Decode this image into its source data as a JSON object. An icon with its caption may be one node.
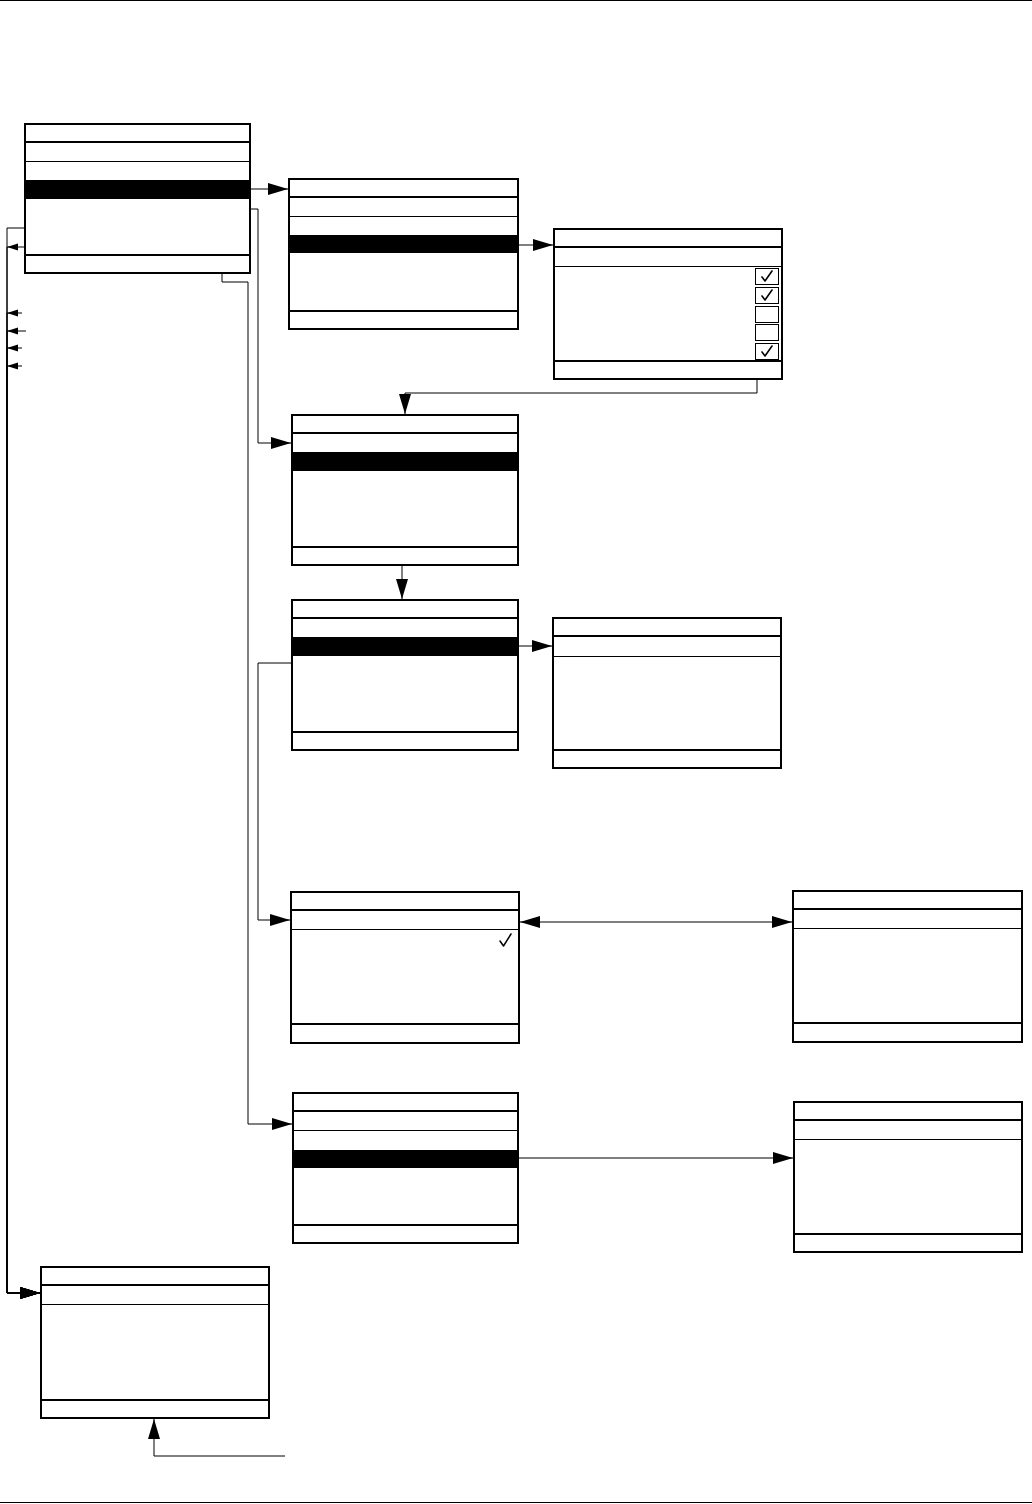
{
  "diagram": {
    "nodes": [
      {
        "text": [],
        "shape": "box"
      },
      {
        "text": [],
        "shape": "box"
      },
      {
        "text": [],
        "shape": "box"
      },
      {
        "text": [],
        "shape": "box"
      },
      {
        "text": [],
        "shape": "box"
      },
      {
        "text": [],
        "shape": "box"
      },
      {
        "text": [],
        "shape": "box"
      },
      {
        "text": [],
        "shape": "box"
      },
      {
        "text": [],
        "shape": "box"
      },
      {
        "text": [],
        "shape": "box"
      },
      {
        "text": [],
        "shape": "box"
      }
    ],
    "edges": [
      {
        "from": 0,
        "to": 1,
        "arrow": "to"
      },
      {
        "from": 1,
        "to": 2,
        "arrow": "to"
      },
      {
        "from": 2,
        "to": 3,
        "arrow": "to"
      },
      {
        "from": 0,
        "to": 3,
        "arrow": "to"
      },
      {
        "from": 3,
        "to": 4,
        "arrow": "to"
      },
      {
        "from": 4,
        "to": 5,
        "arrow": "to"
      },
      {
        "from": 0,
        "to": 8,
        "arrow": "to"
      },
      {
        "from": 4,
        "to": 6,
        "arrow": "to"
      },
      {
        "from": 6,
        "to": 7,
        "arrow": "both"
      },
      {
        "from": 8,
        "to": 9,
        "arrow": "to"
      },
      {
        "from": null,
        "to": 10,
        "arrow": "to"
      },
      {
        "from": 0,
        "to": 10,
        "arrow": "to"
      },
      {
        "from": 0,
        "to": 10,
        "arrow": "to"
      },
      {
        "from": null,
        "to": 10,
        "arrow": "to"
      },
      {
        "from": null,
        "to": 10,
        "arrow": "to"
      },
      {
        "from": null,
        "to": 10,
        "arrow": "to"
      },
      {
        "from": null,
        "to": 10,
        "arrow": "to"
      }
    ]
  }
}
